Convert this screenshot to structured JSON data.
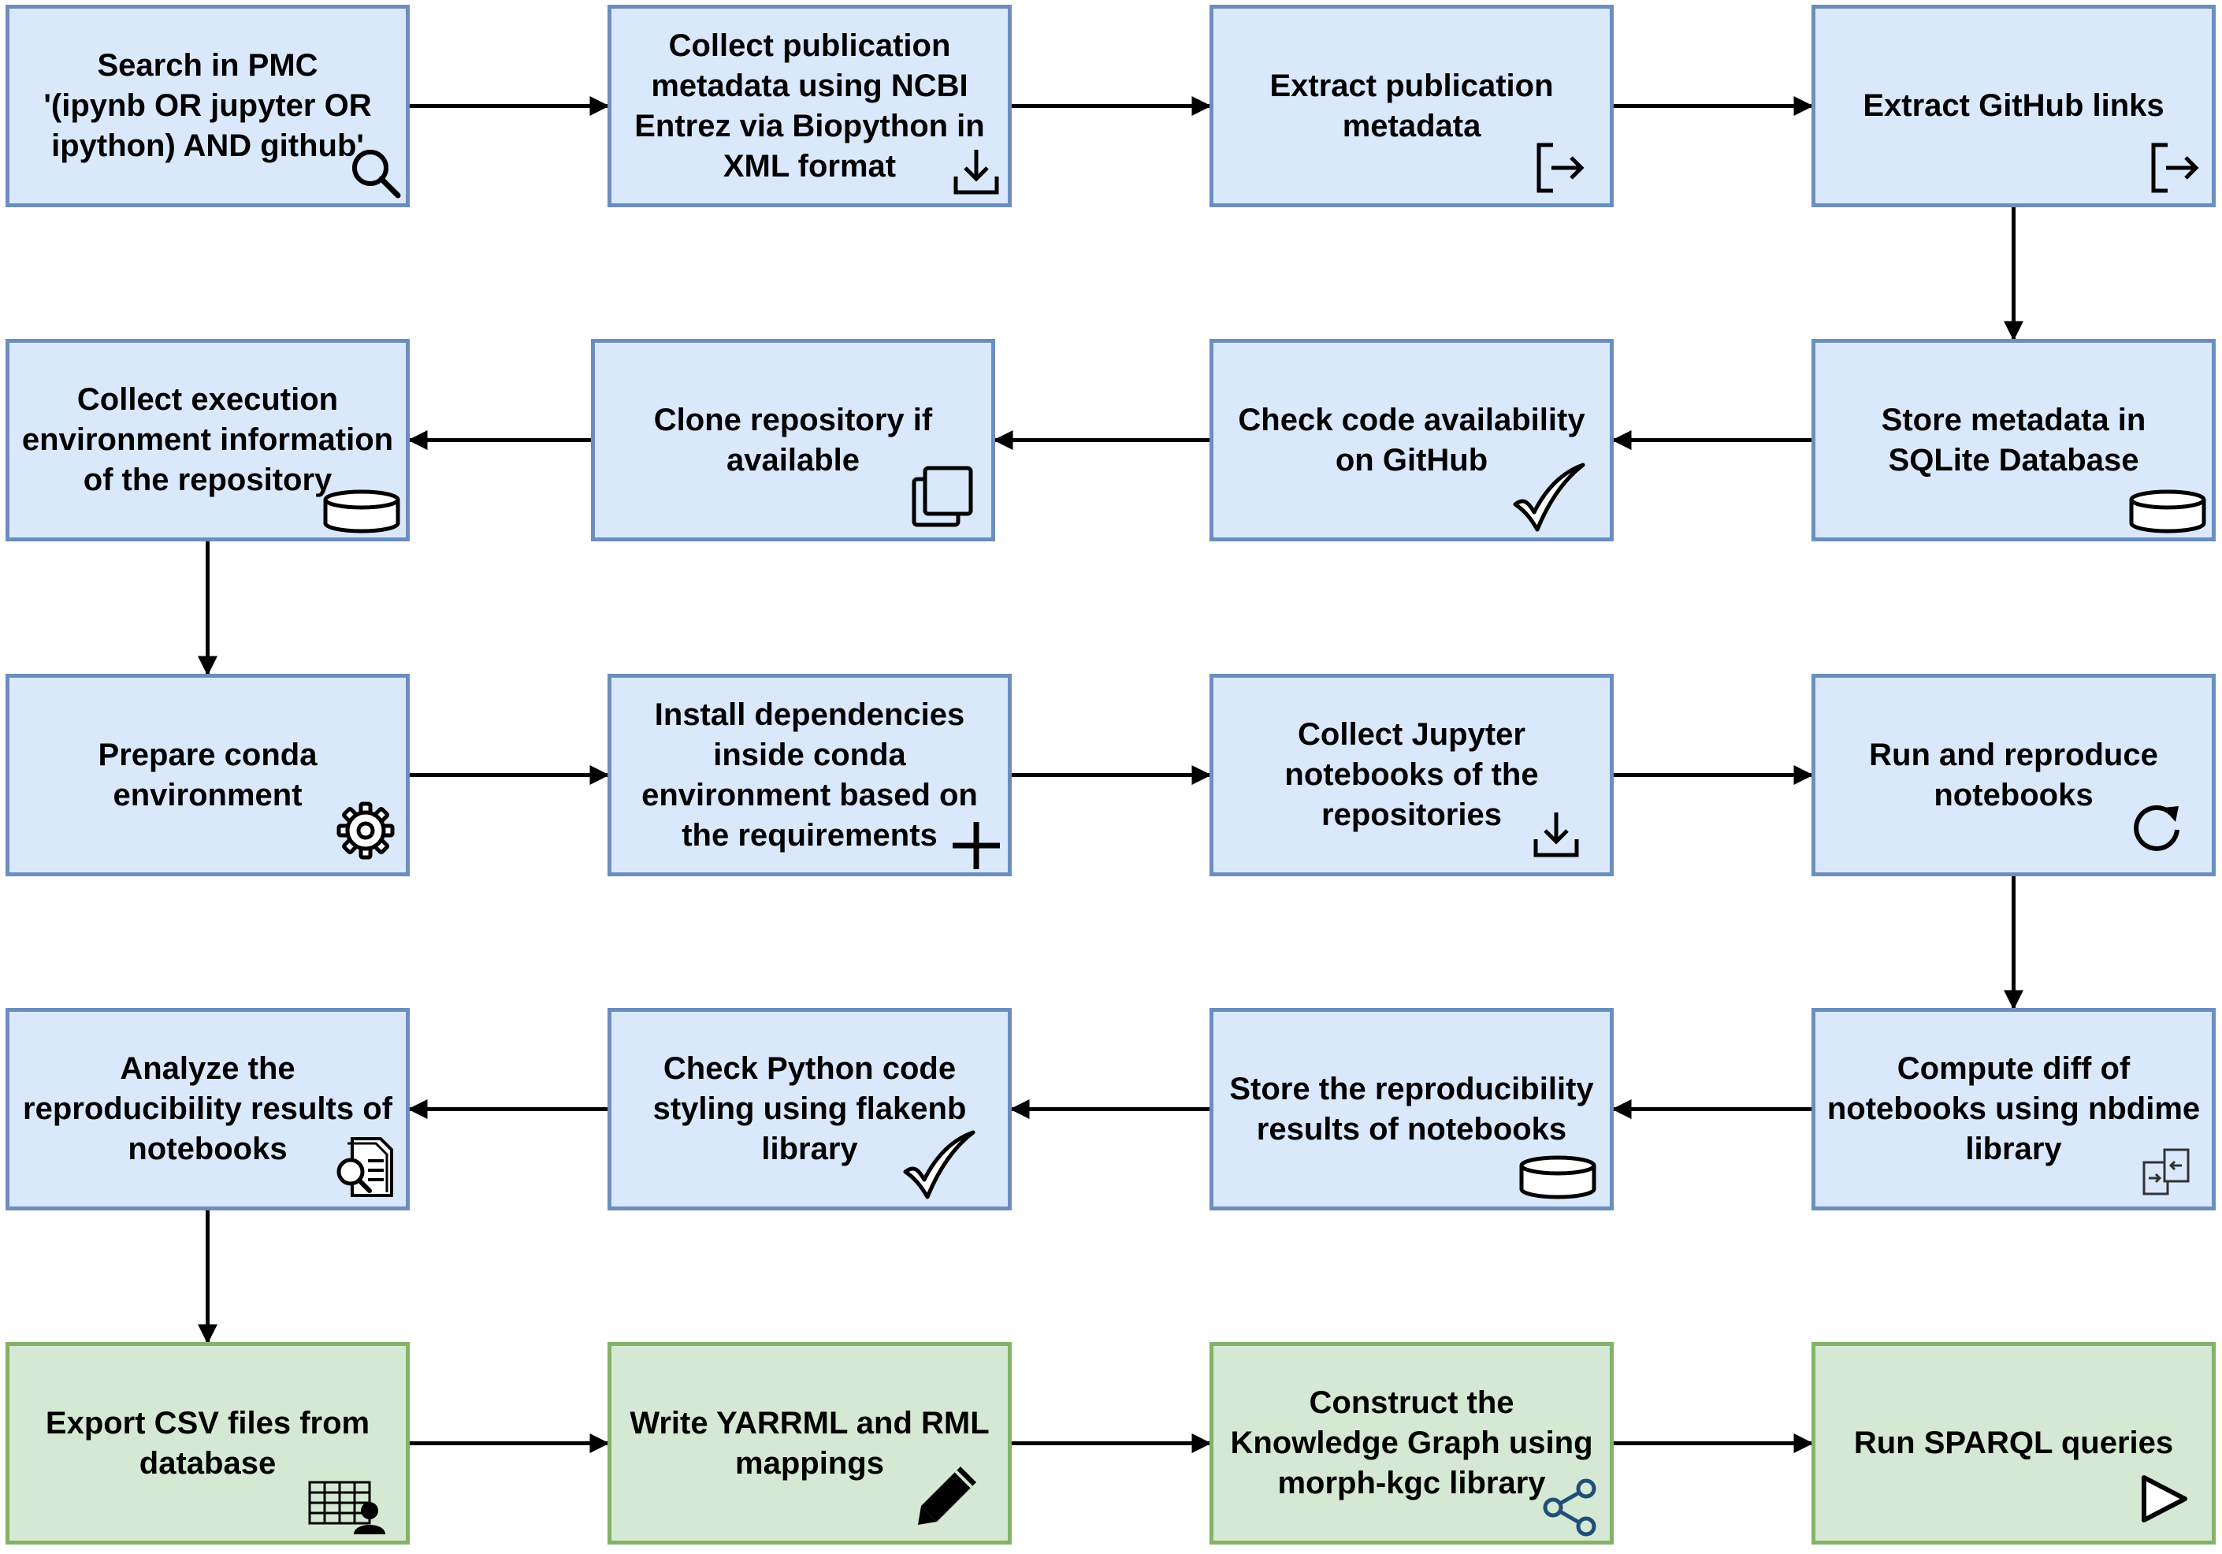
{
  "steps": [
    {
      "id": "s1",
      "label": "Search in PMC\n'(ipynb OR jupyter OR\nipython) AND github'",
      "icon": "search-icon"
    },
    {
      "id": "s2",
      "label": "Collect publication\nmetadata using NCBI\nEntrez via Biopython in\nXML format",
      "icon": "download-icon"
    },
    {
      "id": "s3",
      "label": "Extract publication\nmetadata",
      "icon": "export-icon"
    },
    {
      "id": "s4",
      "label": "Extract GitHub links",
      "icon": "export-icon"
    },
    {
      "id": "s5",
      "label": "Store metadata in\nSQLite Database",
      "icon": "database-icon"
    },
    {
      "id": "s6",
      "label": "Check code availability\non GitHub",
      "icon": "checkmark-icon"
    },
    {
      "id": "s7",
      "label": "Clone repository if\navailable",
      "icon": "copy-icon"
    },
    {
      "id": "s8",
      "label": "Collect execution\nenvironment information\nof the repository",
      "icon": "database-icon"
    },
    {
      "id": "s9",
      "label": "Prepare conda\nenvironment",
      "icon": "gear-icon"
    },
    {
      "id": "s10",
      "label": "Install dependencies\ninside conda\nenvironment based on\nthe requirements",
      "icon": "plus-icon"
    },
    {
      "id": "s11",
      "label": "Collect Jupyter\nnotebooks of the\nrepositories",
      "icon": "download-icon"
    },
    {
      "id": "s12",
      "label": "Run and reproduce\nnotebooks",
      "icon": "refresh-icon"
    },
    {
      "id": "s13",
      "label": "Compute diff of\nnotebooks using nbdime\nlibrary",
      "icon": "compare-icon"
    },
    {
      "id": "s14",
      "label": "Store the reproducibility\nresults of notebooks",
      "icon": "database-icon"
    },
    {
      "id": "s15",
      "label": "Check Python code\nstyling using flakenb\nlibrary",
      "icon": "checkmark-icon"
    },
    {
      "id": "s16",
      "label": "Analyze the\nreproducibility results of\nnotebooks",
      "icon": "document-search-icon"
    },
    {
      "id": "s17",
      "label": "Export CSV files from\ndatabase",
      "icon": "table-user-icon"
    },
    {
      "id": "s18",
      "label": "Write YARRML and RML\nmappings",
      "icon": "pencil-icon"
    },
    {
      "id": "s19",
      "label": "Construct the\nKnowledge Graph using\nmorph-kgc library",
      "icon": "share-icon"
    },
    {
      "id": "s20",
      "label": "Run SPARQL queries",
      "icon": "play-icon"
    }
  ],
  "flow": [
    [
      "s1",
      "s2"
    ],
    [
      "s2",
      "s3"
    ],
    [
      "s3",
      "s4"
    ],
    [
      "s4",
      "s5"
    ],
    [
      "s5",
      "s6"
    ],
    [
      "s6",
      "s7"
    ],
    [
      "s7",
      "s8"
    ],
    [
      "s8",
      "s9"
    ],
    [
      "s9",
      "s10"
    ],
    [
      "s10",
      "s11"
    ],
    [
      "s11",
      "s12"
    ],
    [
      "s12",
      "s13"
    ],
    [
      "s13",
      "s14"
    ],
    [
      "s14",
      "s15"
    ],
    [
      "s15",
      "s16"
    ],
    [
      "s16",
      "s17"
    ],
    [
      "s17",
      "s18"
    ],
    [
      "s18",
      "s19"
    ],
    [
      "s19",
      "s20"
    ]
  ],
  "colors": {
    "blue_fill": "#dae8fc",
    "blue_stroke": "#6c8ebf",
    "green_fill": "#d5e8d4",
    "green_stroke": "#82b366",
    "share_icon": "#1f4e79"
  }
}
